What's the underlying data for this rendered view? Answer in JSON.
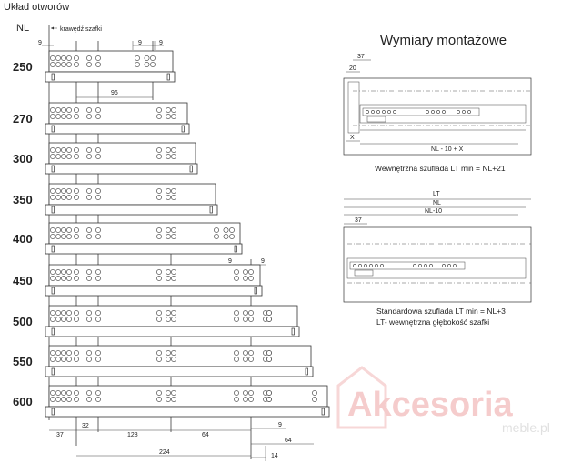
{
  "left": {
    "title": "Układ otworów",
    "nl_label": "NL",
    "edge_label": "krawędź szafki",
    "top_dims": [
      "9",
      "9",
      "9"
    ],
    "dim_96": "96",
    "row_dims": [
      "9",
      "9"
    ],
    "bottom_dims": {
      "d37": "37",
      "d32": "32",
      "d128": "128",
      "d64a": "64",
      "d9": "9",
      "d64b": "64",
      "d224": "224",
      "d14": "14"
    },
    "sizes": [
      "250",
      "270",
      "300",
      "350",
      "400",
      "450",
      "500",
      "550",
      "600"
    ]
  },
  "right": {
    "title": "Wymiary montażowe",
    "diagram1": {
      "dim_37": "37",
      "dim_20": "20",
      "dim_x": "X",
      "dim_bottom": "NL - 10 + X",
      "caption": "Wewnętrzna szuflada  LT min = NL+21"
    },
    "diagram2": {
      "dim_lt": "LT",
      "dim_nl": "NL",
      "dim_nl10": "NL-10",
      "dim_37": "37",
      "caption1": "Standardowa szuflada  LT min = NL+3",
      "caption2": "LT- wewnętrzna głębokość szafki"
    }
  },
  "watermark": {
    "brand": "Akcesoria",
    "sub": "meble.pl"
  }
}
